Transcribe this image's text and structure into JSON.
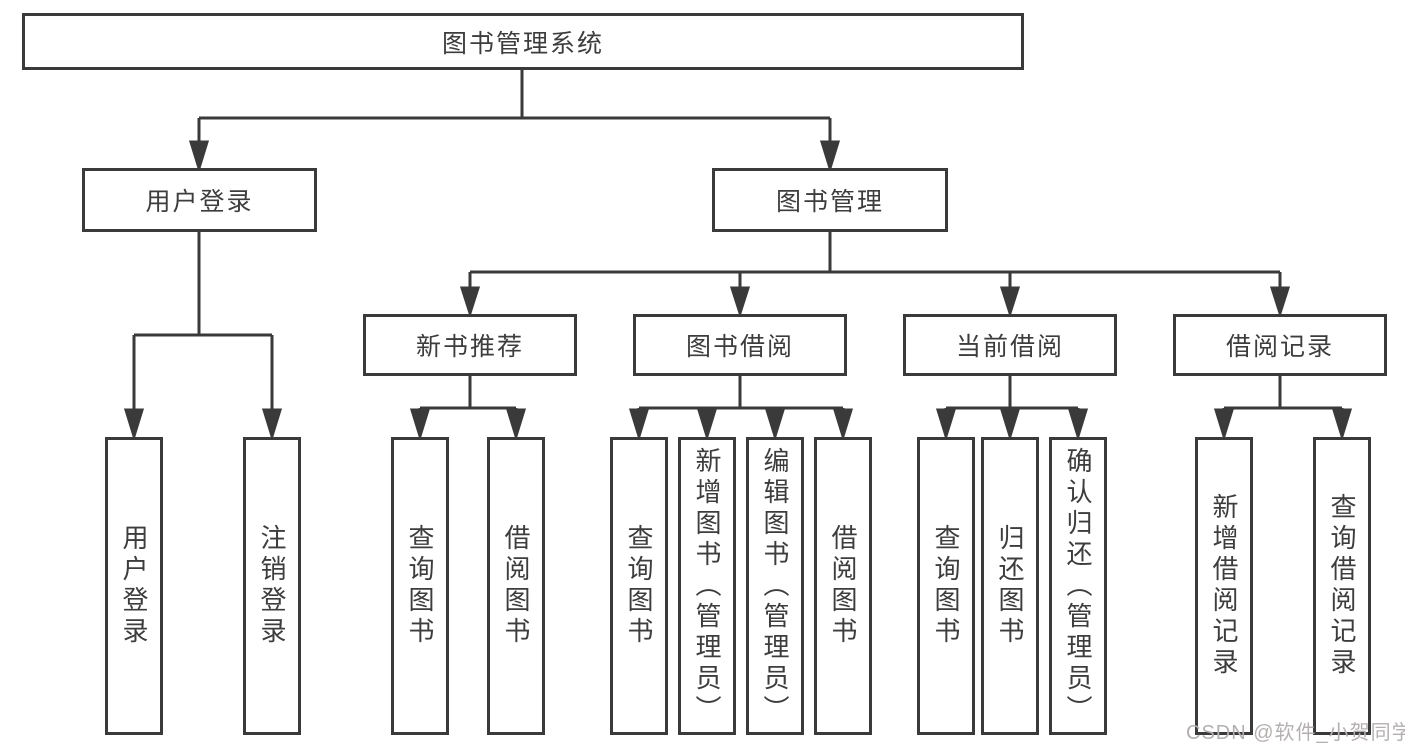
{
  "tree": {
    "root": {
      "label": "图书管理系统"
    },
    "level2": [
      {
        "label": "用户登录"
      },
      {
        "label": "图书管理"
      }
    ],
    "level3": [
      {
        "label": "新书推荐"
      },
      {
        "label": "图书借阅"
      },
      {
        "label": "当前借阅"
      },
      {
        "label": "借阅记录"
      }
    ],
    "leaves": {
      "user_login": [
        {
          "label": "用户登录"
        },
        {
          "label": "注销登录"
        }
      ],
      "new_book_recommend": [
        {
          "label": "查询图书"
        },
        {
          "label": "借阅图书"
        }
      ],
      "book_borrow": [
        {
          "label": "查询图书"
        },
        {
          "label": "新增图书（管理员）"
        },
        {
          "label": "编辑图书（管理员）"
        },
        {
          "label": "借阅图书"
        }
      ],
      "current_borrow": [
        {
          "label": "查询图书"
        },
        {
          "label": "归还图书"
        },
        {
          "label": "确认归还（管理员）"
        }
      ],
      "borrow_records": [
        {
          "label": "新增借阅记录"
        },
        {
          "label": "查询借阅记录"
        }
      ]
    }
  },
  "watermark": {
    "text": "CSDN @软件_小贺同学"
  },
  "colors": {
    "line": "#3a3a3a",
    "text": "#3d3d3d",
    "watermark": "#b5b0b0",
    "background": "#ffffff"
  }
}
